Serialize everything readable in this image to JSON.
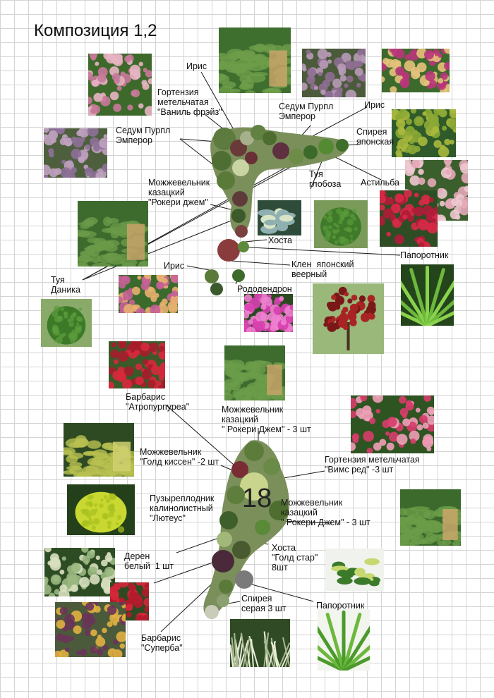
{
  "title": "Композиция 1,2",
  "bed_number": "18",
  "photos": {
    "hydrangea_vanille": {
      "name": "Гортензия метельчатая \"Ваниль фрэйз\"",
      "style": "flowers",
      "bg": "#3d6a2a",
      "dot": "#e8b4c4",
      "dot2": "#c8799a"
    },
    "juniper_top": {
      "name": "Можжевельник казацкий",
      "style": "juniper",
      "bg": "#3f6f2f",
      "dot": "#6e9e4a",
      "dot2": "#c9a46a"
    },
    "sedum_1": {
      "name": "Седум Пурпл Эмперор",
      "style": "flowers",
      "bg": "#4a5a3a",
      "dot": "#b89ab8",
      "dot2": "#8e6e92"
    },
    "iris_1": {
      "name": "Ирис",
      "style": "flowers",
      "bg": "#3c6a2c",
      "dot": "#b8367a",
      "dot2": "#e4c27a"
    },
    "spirea_jap": {
      "name": "Спирея японская",
      "style": "shrub",
      "bg": "#2f5a2a",
      "dot": "#a8b83c",
      "dot2": "#8ca834"
    },
    "sedum_2": {
      "name": "Седум Пурпл Эмперор",
      "style": "flowers",
      "bg": "#4d5f3d",
      "dot": "#c0a2c0",
      "dot2": "#8e7098"
    },
    "astilbe_white": {
      "name": "Астильба",
      "style": "flowers",
      "bg": "#3a5f2c",
      "dot": "#f0c8d0",
      "dot2": "#e4a8b8"
    },
    "astilbe_red": {
      "name": "Астильба",
      "style": "flowers",
      "bg": "#2f4d25",
      "dot": "#d82a48",
      "dot2": "#b01c38"
    },
    "juniper_mid": {
      "name": "Можжевельник казацкий \"Рокери джем\"",
      "style": "juniper",
      "bg": "#3d6b2e",
      "dot": "#6a9a48",
      "dot2": "#c8a268"
    },
    "hosta_blue": {
      "name": "Хоста",
      "style": "hosta",
      "bg": "#2f4c3a",
      "dot": "#8fb0b0",
      "dot2": "#d8e4c8"
    },
    "thuja_globosa": {
      "name": "Туя глобоза",
      "style": "ball",
      "bg": "#7a9a5a",
      "dot": "#3f7a2a",
      "dot2": "#5a9a3a"
    },
    "iris_2": {
      "name": "Ирис",
      "style": "flowers",
      "bg": "#3a6a2c",
      "dot": "#c86098",
      "dot2": "#e8b070"
    },
    "thuja_danica": {
      "name": "Туя Даника",
      "style": "ball",
      "bg": "#8aaa6a",
      "dot": "#3c7a28",
      "dot2": "#5c9c3c"
    },
    "rhododendron": {
      "name": "Рододендрон",
      "style": "flowers",
      "bg": "#2c4a22",
      "dot": "#d840b0",
      "dot2": "#f080d0"
    },
    "maple": {
      "name": "Клен японский веерный",
      "style": "tree",
      "bg": "#9ab87a",
      "dot": "#a82424",
      "dot2": "#7a1818"
    },
    "fern_1": {
      "name": "Папоротник",
      "style": "fern",
      "bg": "#24441c",
      "dot": "#6cb83c",
      "dot2": "#8ad24c"
    },
    "barberry_atro": {
      "name": "Барбарис \"Атропурпуреа\"",
      "style": "shrub",
      "bg": "#3a5a2a",
      "dot": "#d8283c",
      "dot2": "#a81c2c"
    },
    "juniper_bottom": {
      "name": "Можжевельник казацкий \"Рокери Джем\"",
      "style": "juniper",
      "bg": "#3e6c2f",
      "dot": "#6c9c4a",
      "dot2": "#c8a468"
    },
    "juniper_gold": {
      "name": "Можжевельник \"Голд киссен\"",
      "style": "juniper",
      "bg": "#2e4a22",
      "dot": "#b8c050",
      "dot2": "#d0d070"
    },
    "hydrangea_wims": {
      "name": "Гортензия метельчатая \"Вимс ред\"",
      "style": "flowers",
      "bg": "#2e5422",
      "dot": "#d83c6c",
      "dot2": "#f0a0b8"
    },
    "physocarpus": {
      "name": "Пузыреплодник калинолистный \"Лютеус\"",
      "style": "ball",
      "bg": "#24401a",
      "dot": "#c8d830",
      "dot2": "#a8c020"
    },
    "juniper_right": {
      "name": "Можжевельник казацкий \"Рокери Джем\"",
      "style": "juniper",
      "bg": "#3b6a2c",
      "dot": "#6a9c48",
      "dot2": "#caa66a"
    },
    "cornus": {
      "name": "Дерен белый",
      "style": "shrub",
      "bg": "#2e4c24",
      "dot": "#d8e0c0",
      "dot2": "#9ab880"
    },
    "barberry_small": {
      "name": "Барбарис",
      "style": "shrub",
      "bg": "#2e4a22",
      "dot": "#d42838",
      "dot2": "#b01c2c"
    },
    "hosta_gold": {
      "name": "Хоста \"Голд стар\"",
      "style": "hosta",
      "bg": "#f0f2ee",
      "dot": "#3a7a2a",
      "dot2": "#c8d870"
    },
    "barberry_superba": {
      "name": "Барбарис \"Суперба\"",
      "style": "shrub",
      "bg": "#4c5a3c",
      "dot": "#6a3458",
      "dot2": "#e0b040"
    },
    "spirea_grey": {
      "name": "Спирея серая",
      "style": "grass",
      "bg": "#2f4a24",
      "dot": "#e8ecd8",
      "dot2": "#a8b890"
    },
    "fern_2": {
      "name": "Папоротник",
      "style": "fern",
      "bg": "#f2f4ee",
      "dot": "#6cb83c",
      "dot2": "#4a9a2c"
    }
  },
  "labels": {
    "iris_top": "Ирис",
    "hydrangea_vanille": "Гортензия\nметельчатая\n\"Ваниль фрэйз\"",
    "sedum_right": "Седум Пурпл\nЭмперор",
    "iris_right": "Ирис",
    "spirea_jap": "Спирея\nяпонская",
    "sedum_left": "Седум Пурпл\nЭмперор",
    "juniper_rokeri": "Можжевельник\nказацкий\n\"Рокери джем\"",
    "thuja_globosa": "Туя\nглобоза",
    "astilbe": "Астильба",
    "hosta": "Хоста",
    "fern_top": "Папоротник",
    "maple": "Клен  японский\nвеерный",
    "iris_lower": "Ирис",
    "rhododendron": "Рододендрон",
    "thuja_danica": "Туя\nДаника",
    "barberry_atro": "Барбарис\n\"Атропурпуреа\"",
    "juniper_rokeri_3": "Можжевельник\nказацкий\n\" Рокери Джем\" - 3 шт",
    "juniper_gold": "Можжевельник\n\"Голд киссен\" -2 шт",
    "hydrangea_wims": "Гортензия метельчатая\n\"Вимс ред\" -3 шт",
    "physocarpus": "Пузыреплодник\nкалинолистный\n\"Лютеус\"",
    "juniper_rokeri_3b": "Можжевельник\nказацкий\n\" Рокери Джем\" - 3 шт",
    "cornus": "Дерен\nбелый  1 шт",
    "hosta_gold": "Хоста\n\"Голд стар\"\n8шт",
    "fern_bottom": "Папоротник",
    "spirea_grey": "Спирея\nсерая 3 шт",
    "barberry_superba": "Барбарис\n\"Суперба\""
  }
}
